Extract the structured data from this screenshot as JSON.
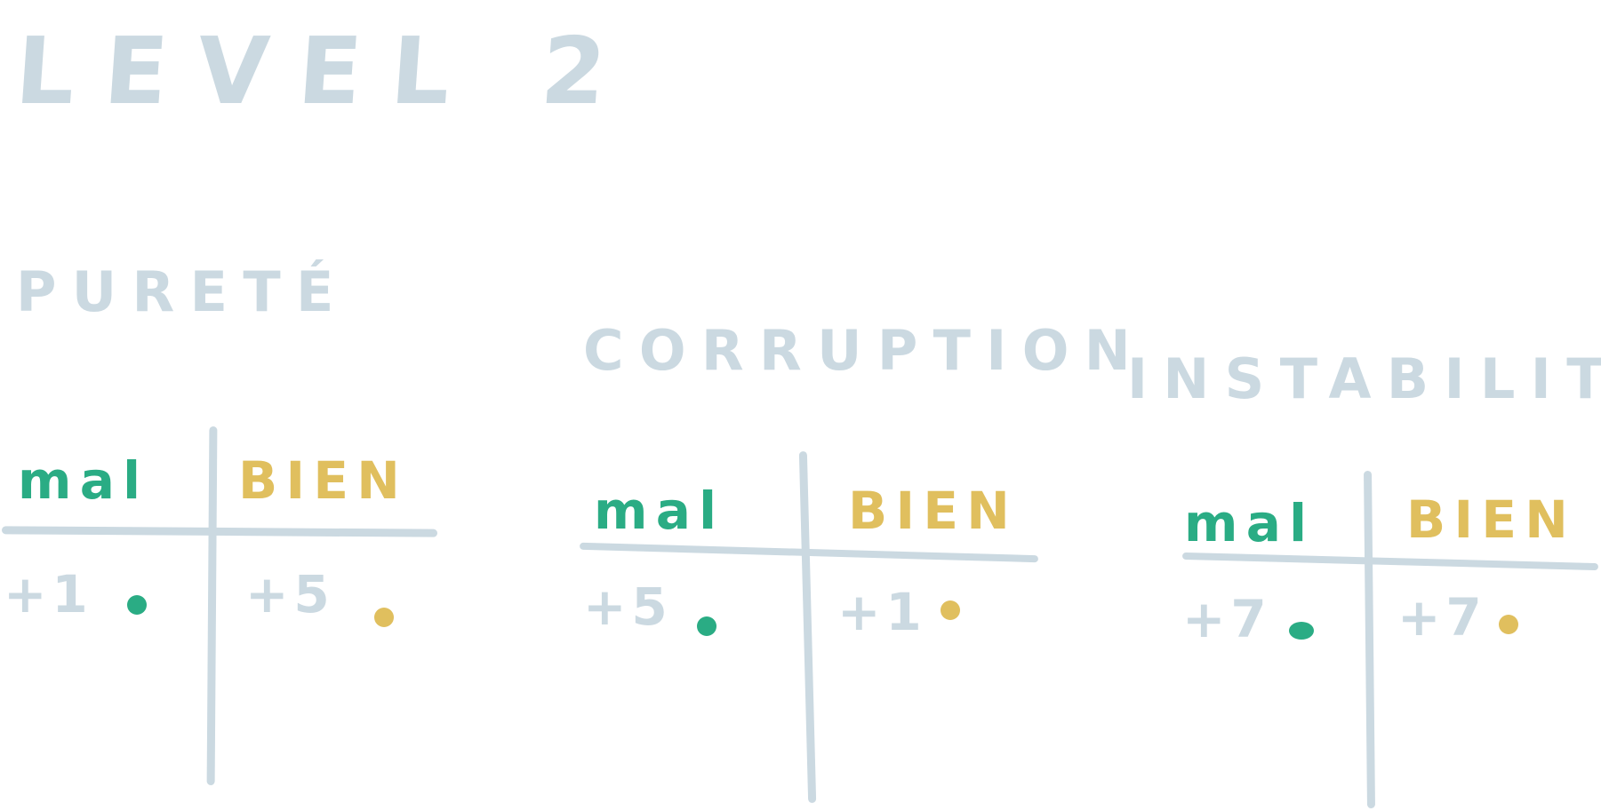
{
  "colors": {
    "ink": "#cbd9e1",
    "green": "#2aac84",
    "yellow": "#e0bf5e"
  },
  "title": "LEVEL 2",
  "tables": [
    {
      "name": "PURETÉ",
      "columns": {
        "left": "mal",
        "right": "BIEN"
      },
      "values": {
        "left": "+1",
        "right": "+5"
      }
    },
    {
      "name": "CORRUPTION",
      "columns": {
        "left": "mal",
        "right": "BIEN"
      },
      "values": {
        "left": "+5",
        "right": "+1"
      }
    },
    {
      "name": "INSTABILITÉ",
      "columns": {
        "left": "mal",
        "right": "BIEN"
      },
      "values": {
        "left": "+7",
        "right": "+7"
      }
    }
  ]
}
